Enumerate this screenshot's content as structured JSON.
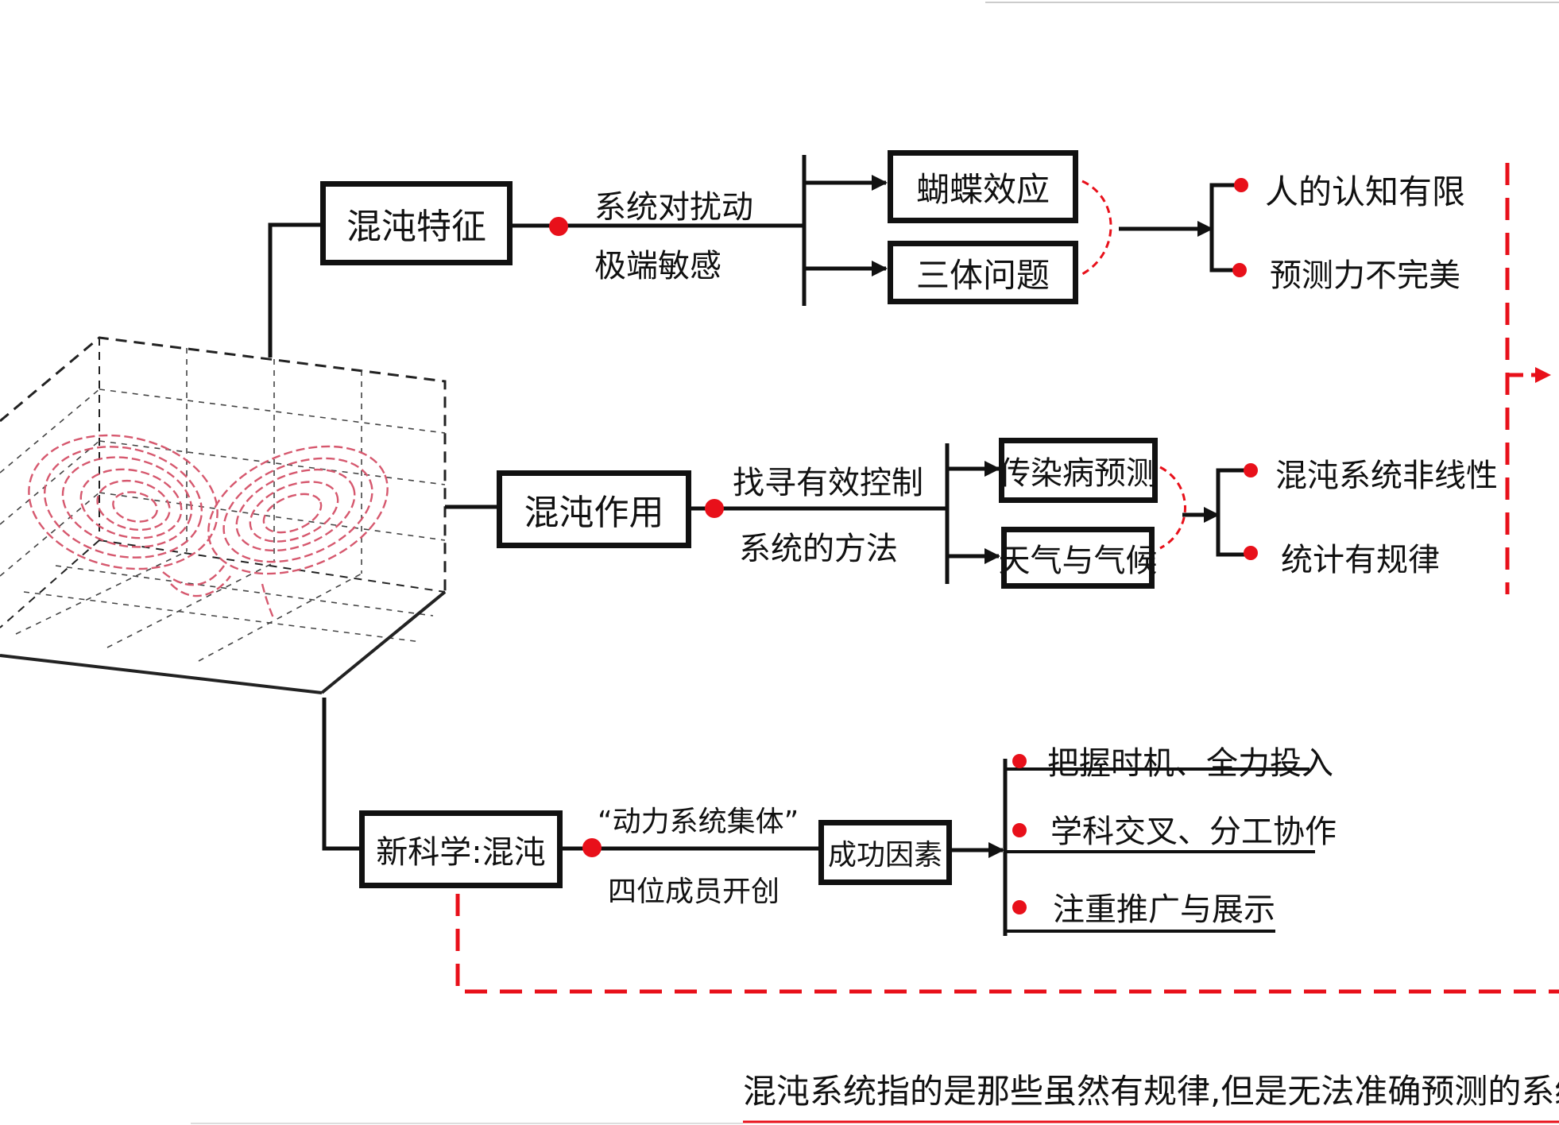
{
  "topic1": {
    "box": "混沌特征",
    "desc_lines": [
      "系统对扰动",
      "极端敏感"
    ],
    "examples": [
      "蝴蝶效应",
      "三体问题"
    ],
    "conclusions": [
      "人的认知有限",
      "预测力不完美"
    ]
  },
  "topic2": {
    "box": "混沌作用",
    "desc_lines": [
      "找寻有效控制",
      "系统的方法"
    ],
    "examples": [
      "传染病预测",
      "天气与气候"
    ],
    "conclusions": [
      "混沌系统非线性",
      "统计有规律"
    ]
  },
  "topic3": {
    "box": "新科学:混沌",
    "desc_lines": [
      "“动力系统集体”",
      "四位成员开创"
    ],
    "factor_box": "成功因素",
    "factors": [
      "把握时机、全力投入",
      "学科交叉、分工协作",
      "注重推广与展示"
    ]
  },
  "definition": "混沌系统指的是那些虽然有规律,但是无法准确预测的系统。",
  "colors": {
    "ink": "#111111",
    "accent": "#e8101a",
    "attractor": "#d6586e"
  }
}
